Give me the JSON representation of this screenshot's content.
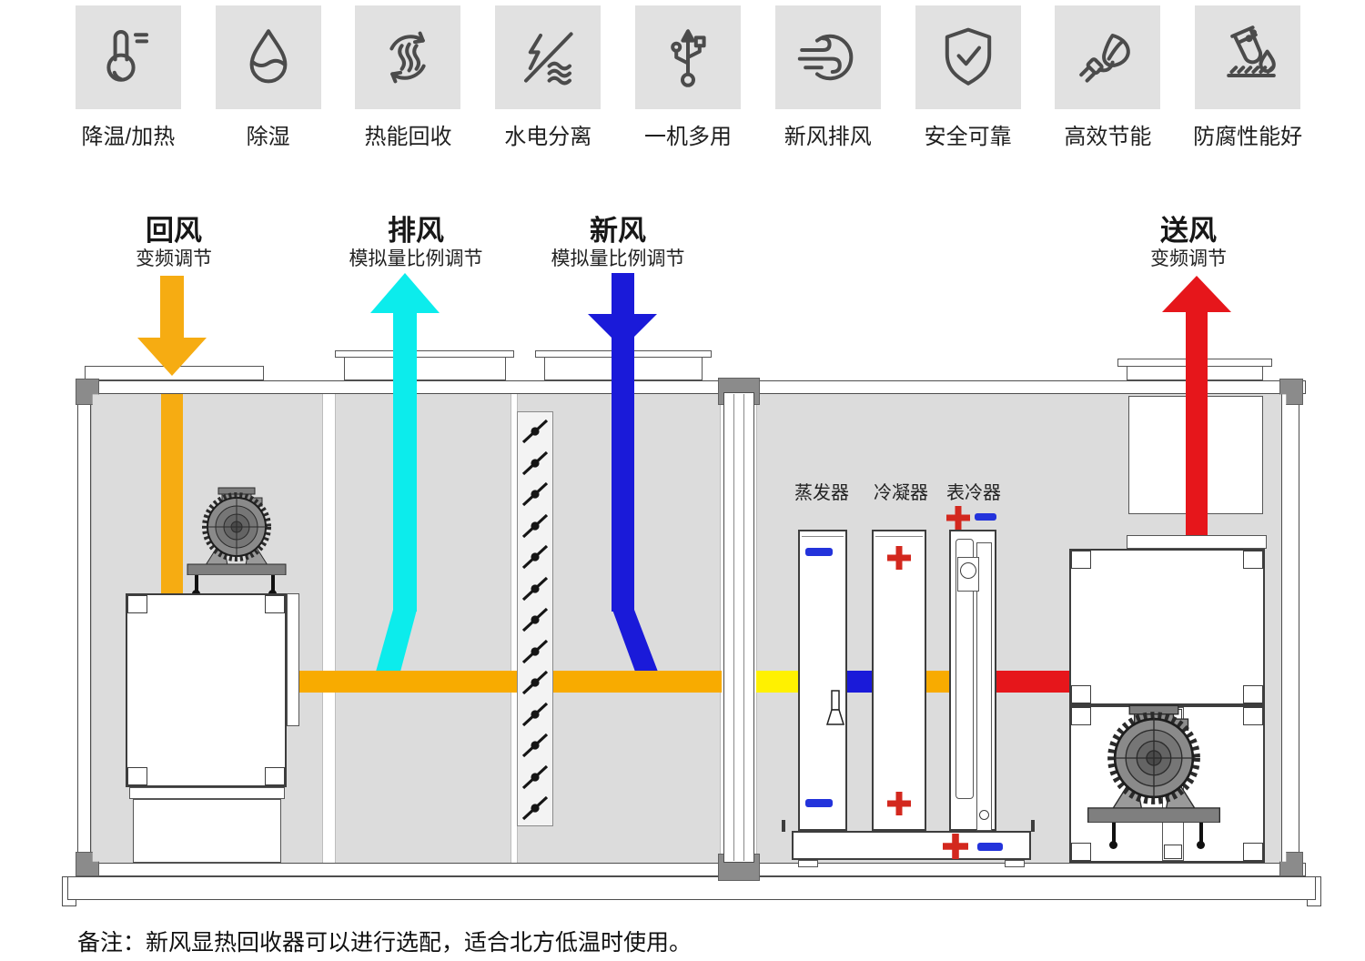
{
  "features": [
    {
      "label": "降温/加热",
      "icon": "thermometer-icon"
    },
    {
      "label": "除湿",
      "icon": "droplet-icon"
    },
    {
      "label": "热能回收",
      "icon": "heat-recovery-icon"
    },
    {
      "label": "水电分离",
      "icon": "water-electricity-icon"
    },
    {
      "label": "一机多用",
      "icon": "usb-icon"
    },
    {
      "label": "新风排风",
      "icon": "wind-icon"
    },
    {
      "label": "安全可靠",
      "icon": "shield-check-icon"
    },
    {
      "label": "高效节能",
      "icon": "plug-leaf-icon"
    },
    {
      "label": "防腐性能好",
      "icon": "anticorrosion-icon"
    }
  ],
  "flows": {
    "return_air": {
      "label": "回风",
      "sublabel": "变频调节",
      "color": "#F6AC12",
      "direction": "down"
    },
    "exhaust_air": {
      "label": "排风",
      "sublabel": "模拟量比例调节",
      "color": "#0CECEC",
      "direction": "up"
    },
    "fresh_air": {
      "label": "新风",
      "sublabel": "模拟量比例调节",
      "color": "#1A1AD9",
      "direction": "down"
    },
    "supply_air": {
      "label": "送风",
      "sublabel": "变频调节",
      "color": "#E6161B",
      "direction": "up"
    }
  },
  "coil_section": {
    "evaporator": "蒸发器",
    "condenser": "冷凝器",
    "surface_cooler": "表冷器",
    "plus_symbol": "+",
    "minus_symbol": "−"
  },
  "flow_bar_colors": {
    "mixed": "#F8AB00",
    "bypass": "#FFF100",
    "cold": "#1A1AD9",
    "hot": "#F8AB00",
    "supply": "#E6161B"
  },
  "colors": {
    "panel_gray": "#DCDCDC",
    "tile_gray": "#E1E1E1",
    "bracket_gray": "#8B8B8B",
    "plus_red": "#D3281E",
    "minus_blue": "#2333DB",
    "icon_stroke": "#4B4B4B"
  },
  "note": "备注：新风显热回收器可以进行选配，适合北方低温时使用。"
}
